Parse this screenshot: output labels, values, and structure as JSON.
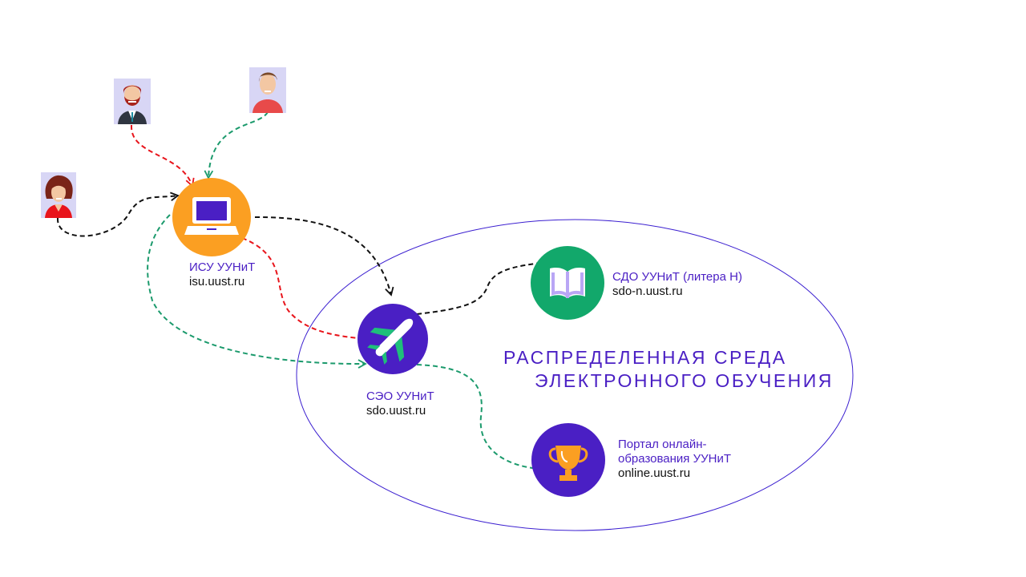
{
  "title": {
    "line1": "РАСПРЕДЕЛЕННАЯ СРЕДА",
    "line2": "ЭЛЕКТРОННОГО ОБУЧЕНИЯ"
  },
  "nodes": {
    "isu": {
      "name": "ИСУ УУНиТ",
      "url": "isu.uust.ru",
      "icon": "laptop-icon",
      "color": "#fb9f22"
    },
    "seo": {
      "name": "СЭО УУНиТ",
      "url": "sdo.uust.ru",
      "icon": "airplane-icon",
      "color": "#4a1fc4"
    },
    "sdo_n": {
      "name": "СДО УУНиТ (литера Н)",
      "url": "sdo-n.uust.ru",
      "icon": "book-icon",
      "color": "#12a86b"
    },
    "portal": {
      "name_line1": "Портал онлайн-",
      "name_line2": "образования УУНиТ",
      "url": "online.uust.ru",
      "icon": "trophy-icon",
      "color": "#4a1fc4"
    }
  },
  "users": [
    {
      "icon": "man-beard-avatar-icon"
    },
    {
      "icon": "man-avatar-icon"
    },
    {
      "icon": "woman-avatar-icon"
    }
  ],
  "colors": {
    "accent": "#4a1fc4",
    "orange": "#fb9f22",
    "green": "#12a86b",
    "red_link": "#e8141b",
    "green_link": "#1b9a6c",
    "black_link": "#111111"
  }
}
